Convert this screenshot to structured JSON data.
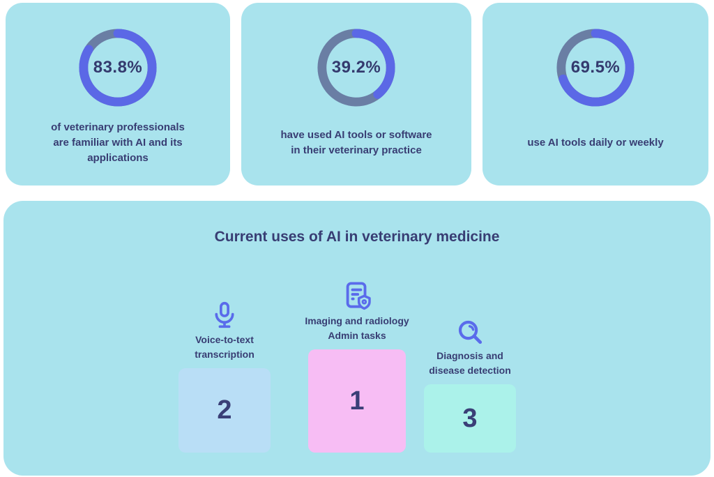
{
  "colors": {
    "page_background": "#FFFFFF",
    "card_background": "#A9E3ED",
    "donut_fill": "#5B68E6",
    "donut_track": "#6A7EA4",
    "text_dark": "#383D73",
    "icon_accent": "#5A6BEB",
    "rank1_box": "#F7BDF4",
    "rank2_box": "#B9DEF6",
    "rank3_box": "#ABF2EA"
  },
  "stats": [
    {
      "value": "83.8%",
      "pct": 83.8,
      "caption": "of veterinary professionals\nare familiar with AI and its\napplications"
    },
    {
      "value": "39.2%",
      "pct": 39.2,
      "caption": "have used AI tools or software\nin their veterinary practice"
    },
    {
      "value": "69.5%",
      "pct": 69.5,
      "caption": "use AI tools daily or weekly"
    }
  ],
  "uses_panel": {
    "title": "Current uses of AI in veterinary medicine",
    "items": [
      {
        "rank": "2",
        "label": "Voice-to-text\ntranscription",
        "icon": "microphone-icon",
        "box_color": "#B9DEF6"
      },
      {
        "rank": "1",
        "label": "Imaging and radiology\nAdmin tasks",
        "icon": "document-shield-icon",
        "box_color": "#F7BDF4"
      },
      {
        "rank": "3",
        "label": "Diagnosis and\ndisease detection",
        "icon": "magnifier-icon",
        "box_color": "#ABF2EA"
      }
    ]
  },
  "chart_data": [
    {
      "type": "pie",
      "subtype": "donut",
      "title": "of veterinary professionals are familiar with AI and its applications",
      "labels": [
        "share",
        "remainder"
      ],
      "values": [
        83.8,
        16.2
      ],
      "center_label": "83.8%",
      "colors": [
        "#5B68E6",
        "#6A7EA4"
      ],
      "start_angle_deg": 0,
      "direction": "clockwise"
    },
    {
      "type": "pie",
      "subtype": "donut",
      "title": "have used AI tools or software in their veterinary practice",
      "labels": [
        "share",
        "remainder"
      ],
      "values": [
        39.2,
        60.8
      ],
      "center_label": "39.2%",
      "colors": [
        "#5B68E6",
        "#6A7EA4"
      ],
      "start_angle_deg": 0,
      "direction": "clockwise"
    },
    {
      "type": "pie",
      "subtype": "donut",
      "title": "use AI tools daily or weekly",
      "labels": [
        "share",
        "remainder"
      ],
      "values": [
        69.5,
        30.5
      ],
      "center_label": "69.5%",
      "colors": [
        "#5B68E6",
        "#6A7EA4"
      ],
      "start_angle_deg": 0,
      "direction": "clockwise"
    },
    {
      "type": "bar",
      "subtype": "ranking-podium",
      "title": "Current uses of AI in veterinary medicine",
      "categories": [
        "Imaging and radiology / Admin tasks",
        "Voice-to-text transcription",
        "Diagnosis and disease detection"
      ],
      "values": [
        1,
        2,
        3
      ],
      "note": "values are podium ranks; 1 = most common use; podium heights px: 148, 121, 98"
    }
  ]
}
